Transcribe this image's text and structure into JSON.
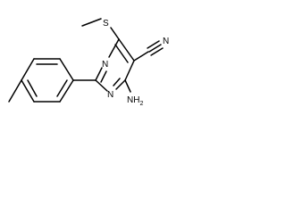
{
  "molecule": {
    "atoms": {
      "S": "S",
      "N_ring_upper": "N",
      "N_ring_lower": "N",
      "N_nitrile": "N",
      "NH2": "NH",
      "NH2_subscript": "2"
    }
  }
}
